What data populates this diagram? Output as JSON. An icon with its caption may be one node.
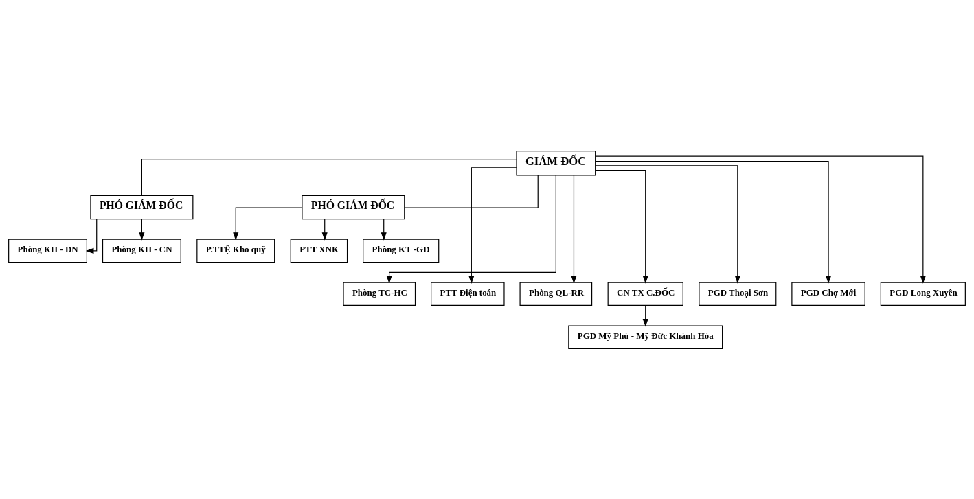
{
  "diagram": {
    "nodes": [
      {
        "text": [
          "GIÁM ĐỐC"
        ]
      },
      {
        "text": [
          "PHÓ GIÁM ĐỐC"
        ]
      },
      {
        "text": [
          "PHÓ GIÁM ĐỐC"
        ]
      },
      {
        "text": [
          "Phòng KH - DN"
        ]
      },
      {
        "text": [
          "Phòng KH - CN"
        ]
      },
      {
        "text": [
          "P.TTỆ Kho quỹ"
        ]
      },
      {
        "text": [
          "PTT XNK"
        ]
      },
      {
        "text": [
          "Phòng KT -GD"
        ]
      },
      {
        "text": [
          "Phòng TC-HC"
        ]
      },
      {
        "text": [
          "PTT Điện toán"
        ]
      },
      {
        "text": [
          "Phòng QL-RR"
        ]
      },
      {
        "text": [
          "CN TX C.ĐỐC"
        ]
      },
      {
        "text": [
          "PGD Thoại Sơn"
        ]
      },
      {
        "text": [
          "PGD Chợ Mới"
        ]
      },
      {
        "text": [
          "PGD Long Xuyên"
        ]
      },
      {
        "text": [
          "PGD Mỹ Phú - Mỹ Đức Khánh Hòa"
        ]
      }
    ],
    "edges": [
      {
        "from": 0,
        "to": 1,
        "arrow": "none"
      },
      {
        "from": 0,
        "to": 2,
        "arrow": "none"
      },
      {
        "from": 1,
        "to": 3,
        "arrow": "to"
      },
      {
        "from": 1,
        "to": 4,
        "arrow": "to"
      },
      {
        "from": 2,
        "to": 5,
        "arrow": "to"
      },
      {
        "from": 2,
        "to": 6,
        "arrow": "to"
      },
      {
        "from": 2,
        "to": 7,
        "arrow": "to"
      },
      {
        "from": 0,
        "to": 8,
        "arrow": "to"
      },
      {
        "from": 0,
        "to": 9,
        "arrow": "to"
      },
      {
        "from": 0,
        "to": 10,
        "arrow": "to"
      },
      {
        "from": 0,
        "to": 11,
        "arrow": "to"
      },
      {
        "from": 0,
        "to": 12,
        "arrow": "to"
      },
      {
        "from": 0,
        "to": 13,
        "arrow": "to"
      },
      {
        "from": 0,
        "to": 14,
        "arrow": "to"
      },
      {
        "from": 11,
        "to": 15,
        "arrow": "to"
      }
    ]
  }
}
